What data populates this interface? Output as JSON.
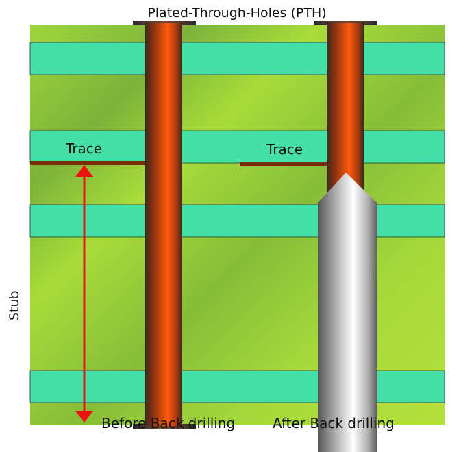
{
  "title": "Plated-Through-Holes (PTH)",
  "trace_label": "Trace",
  "stub_label": "Stub",
  "before_label": "Before Back drilling",
  "after_label": "After Back drilling",
  "colors": {
    "board": "#8fc83a",
    "copper_layer": "#44e0a8",
    "via_copper": "#e0561c",
    "trace": "#7a2c05",
    "drill": "#c8c8c8",
    "arrow": "#ee1111"
  }
}
